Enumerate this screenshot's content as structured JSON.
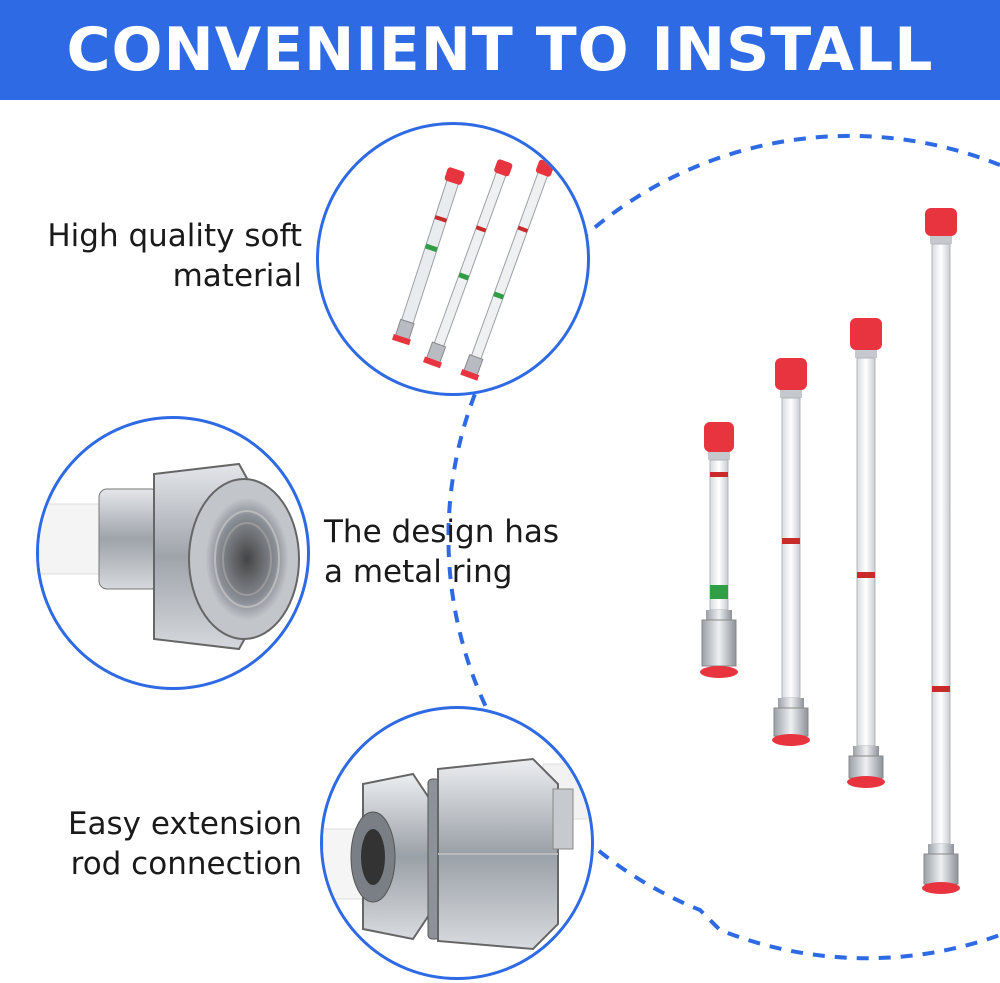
{
  "banner": {
    "title": "CONVENIENT TO INSTALL",
    "color": "#2d6ae3"
  },
  "features": [
    {
      "line1": "High quality soft",
      "line2": "material",
      "icon": "spray-extension-rods-icon"
    },
    {
      "line1": "The design has",
      "line2": "a metal ring",
      "icon": "threaded-metal-nut-icon"
    },
    {
      "line1": "Easy extension",
      "line2": "rod connection",
      "icon": "rod-coupling-icon"
    }
  ],
  "colors": {
    "accent": "#2d6ae3",
    "cap_red": "#e8343f",
    "metal": "#b8bcc2",
    "text": "#1a1a1a"
  }
}
